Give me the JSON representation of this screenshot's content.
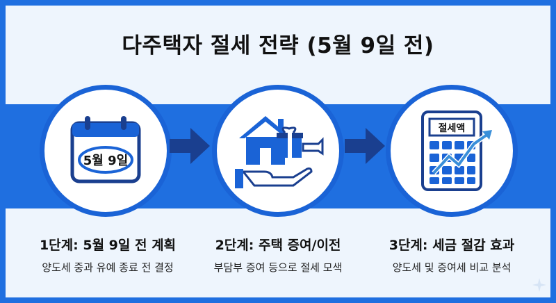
{
  "title": "다주택자 절세 전략 (5월 9일 전)",
  "steps": [
    {
      "title": "1단계: 5월 9일 전 계획",
      "desc": "양도세 중과 유예 종료 전 결정",
      "icon": "calendar-icon",
      "icon_text": "5월 9일"
    },
    {
      "title": "2단계: 주택 증여/이전",
      "desc": "부담부 증여 등으로 절세 모색",
      "icon": "house-gift-icon"
    },
    {
      "title": "3단계: 세금 절감 효과",
      "desc": "양도세 및 증여세 비교 분석",
      "icon": "calculator-chart-icon",
      "icon_text": "절세액"
    }
  ],
  "colors": {
    "accent": "#1f6fe0",
    "panel": "#eef5fd",
    "dark_blue": "#1a63d6"
  }
}
